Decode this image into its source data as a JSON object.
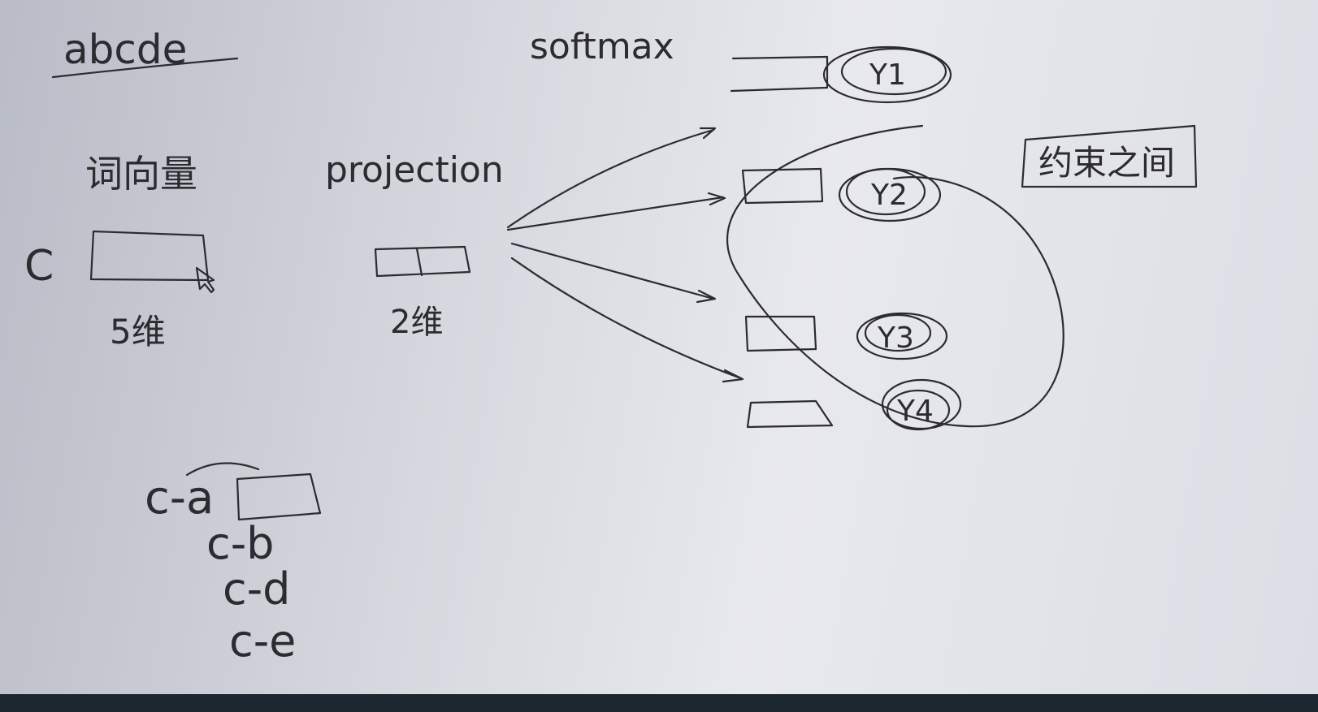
{
  "whiteboard": {
    "title": "abcde",
    "softmax_label": "softmax",
    "left": {
      "heading": "词向量",
      "letter": "C",
      "dim": "5维"
    },
    "middle": {
      "heading": "projection",
      "dim": "2维"
    },
    "right": {
      "boxed_note": "约束之间",
      "outputs": [
        "Y1",
        "Y2",
        "Y3",
        "Y4"
      ]
    },
    "pairs": [
      "c-a",
      "c-b",
      "c-d",
      "c-e"
    ]
  },
  "colors": {
    "ink": "#2b2b30",
    "bar": "#1d2730"
  }
}
